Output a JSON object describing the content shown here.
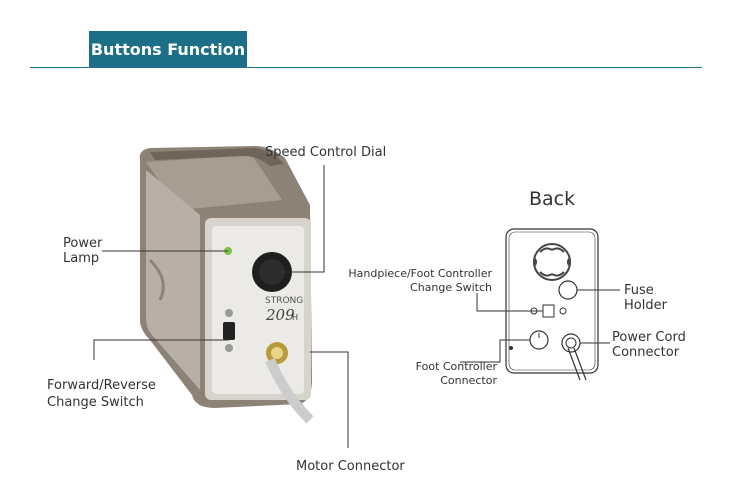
{
  "header": {
    "title": "Buttons Function"
  },
  "labels": {
    "speed_control_dial": "Speed Control Dial",
    "power_lamp_line1": "Power",
    "power_lamp_line2": "Lamp",
    "forward_reverse_line1": "Forward/Reverse",
    "forward_reverse_line2": "Change Switch",
    "motor_connector": "Motor Connector",
    "back_title": "Back",
    "handpiece_line1": "Handpiece/Foot Controller",
    "handpiece_line2": "Change Switch",
    "fuse_line1": "Fuse",
    "fuse_line2": "Holder",
    "foot_line1": "Foot Controller",
    "foot_line2": "Connector",
    "power_cord_line1": "Power Cord",
    "power_cord_line2": "Connector"
  },
  "device": {
    "brand": "STRONG",
    "model": "209",
    "model_suffix": "H",
    "lamp_color": "#7cc04a",
    "accent_color": "#1c6f86"
  }
}
